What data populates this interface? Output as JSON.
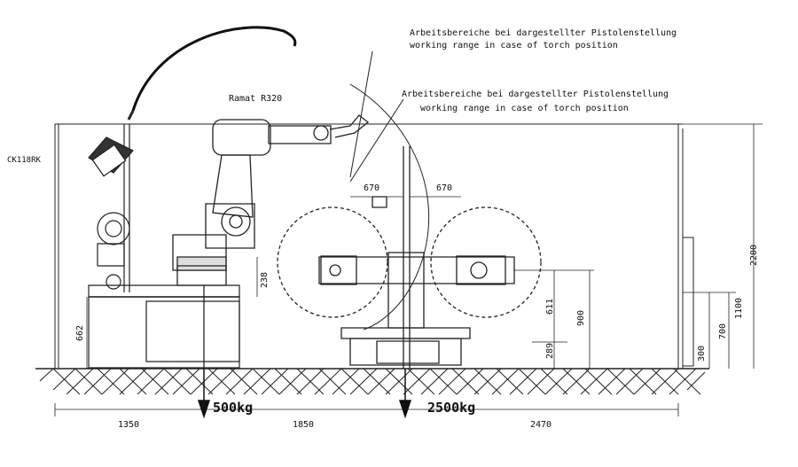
{
  "labels": {
    "robot_model": "Ramat R320",
    "controller": "CK118RK",
    "range_de_1": "Arbeitsbereiche bei dargestellter Pistolenstellung",
    "range_en_1": "working range in case of torch position",
    "range_de_2": "Arbeitsbereiche bei dargestellter Pistolenstellung",
    "range_en_2": "working range in case of torch position"
  },
  "loads": {
    "robot": "500kg",
    "positioner": "2500kg"
  },
  "dimensions": {
    "bottom_left": "1350",
    "bottom_mid": "1850",
    "bottom_right": "2470",
    "radius_left": "670",
    "radius_right": "670",
    "base_height": "662",
    "arm_offset": "238",
    "table_611": "611",
    "table_900": "900",
    "table_289": "289",
    "fence_2200": "2200",
    "fence_1100": "1100",
    "fence_700": "700",
    "fence_300": "300"
  }
}
